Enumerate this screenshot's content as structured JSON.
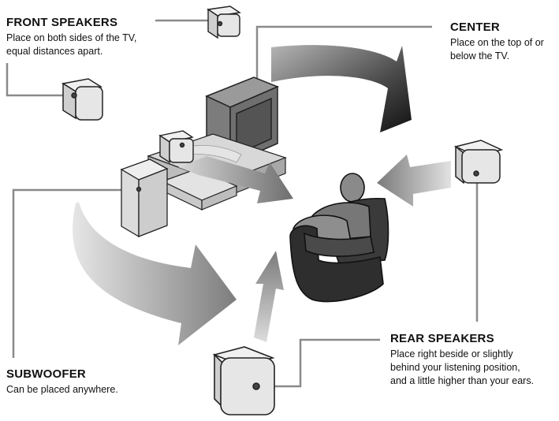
{
  "labels": {
    "front": {
      "title": "FRONT SPEAKERS",
      "lines": [
        "Place on both sides of the TV,",
        "equal distances apart."
      ]
    },
    "center": {
      "title": "CENTER",
      "lines": [
        "Place on the top of or",
        "below the TV."
      ]
    },
    "subwoofer": {
      "title": "SUBWOOFER",
      "lines": [
        "Can be placed anywhere."
      ]
    },
    "rear": {
      "title": "REAR SPEAKERS",
      "lines": [
        "Place right beside or slightly",
        "behind your listening position,",
        "and a little higher than your ears."
      ]
    }
  },
  "colors": {
    "callout_line": "#8a8a8a",
    "arrow_gray": "#7a7a7a",
    "outline": "#222222"
  }
}
